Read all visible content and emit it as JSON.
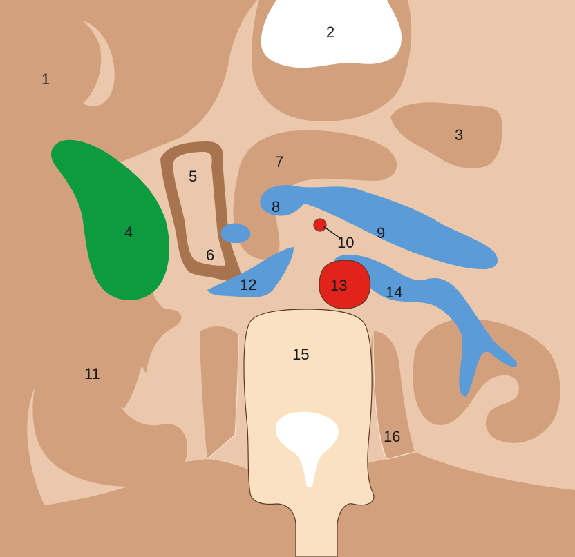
{
  "colors": {
    "background": "#ebc8ac",
    "muscle": "#d3a07e",
    "bright_white": "#ffffff",
    "green": "#0c9b3e",
    "brown_frame": "#a8744f",
    "blue": "#5b9bd7",
    "red": "#e1231c",
    "vertebra": "#f9e1c2",
    "outline": "#5a3a24"
  },
  "labels": {
    "l1": "1",
    "l2": "2",
    "l3": "3",
    "l4": "4",
    "l5": "5",
    "l6": "6",
    "l7": "7",
    "l8": "8",
    "l9": "9",
    "l10": "10",
    "l11": "11",
    "l12": "12",
    "l13": "13",
    "l14": "14",
    "l15": "15",
    "l16": "16"
  }
}
